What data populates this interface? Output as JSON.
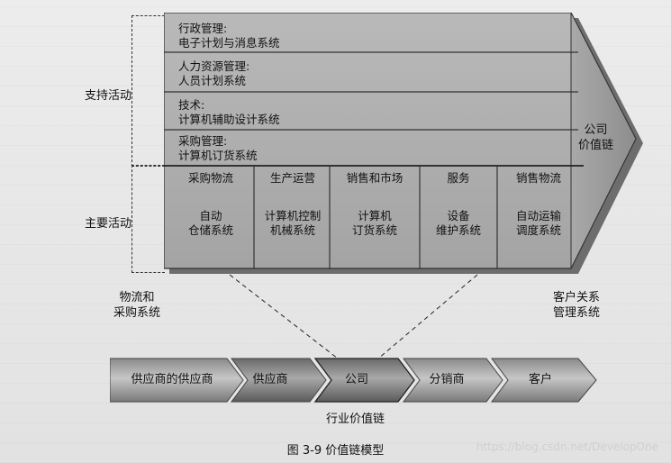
{
  "support_label": "支持活动",
  "primary_label": "主要活动",
  "support_rows": [
    {
      "title": "行政管理:",
      "system": "电子计划与消息系统"
    },
    {
      "title": "人力资源管理:",
      "system": "人员计划系统"
    },
    {
      "title": "技术:",
      "system": "计算机辅助设计系统"
    },
    {
      "title": "采购管理:",
      "system": "计算机订货系统"
    }
  ],
  "primary_activities": [
    {
      "name": "采购物流",
      "system": "自动\n仓储系统"
    },
    {
      "name": "生产运营",
      "system": "计算机控制\n机械系统"
    },
    {
      "name": "销售和市场",
      "system": "计算机\n订货系统"
    },
    {
      "name": "服务",
      "system": "设备\n维护系统"
    },
    {
      "name": "销售物流",
      "system": "自动运输\n调度系统"
    }
  ],
  "company_value_chain": "公司\n价值链",
  "logistics_label": "物流和\n采购系统",
  "crm_label": "客户关系\n管理系统",
  "industry_chain": [
    "供应商的供应商",
    "供应商",
    "公司",
    "分销商",
    "客户"
  ],
  "industry_chain_label": "行业价值链",
  "caption": "图 3-9    价值链模型",
  "watermark": "https://blog.csdn.net/DevelopOne"
}
